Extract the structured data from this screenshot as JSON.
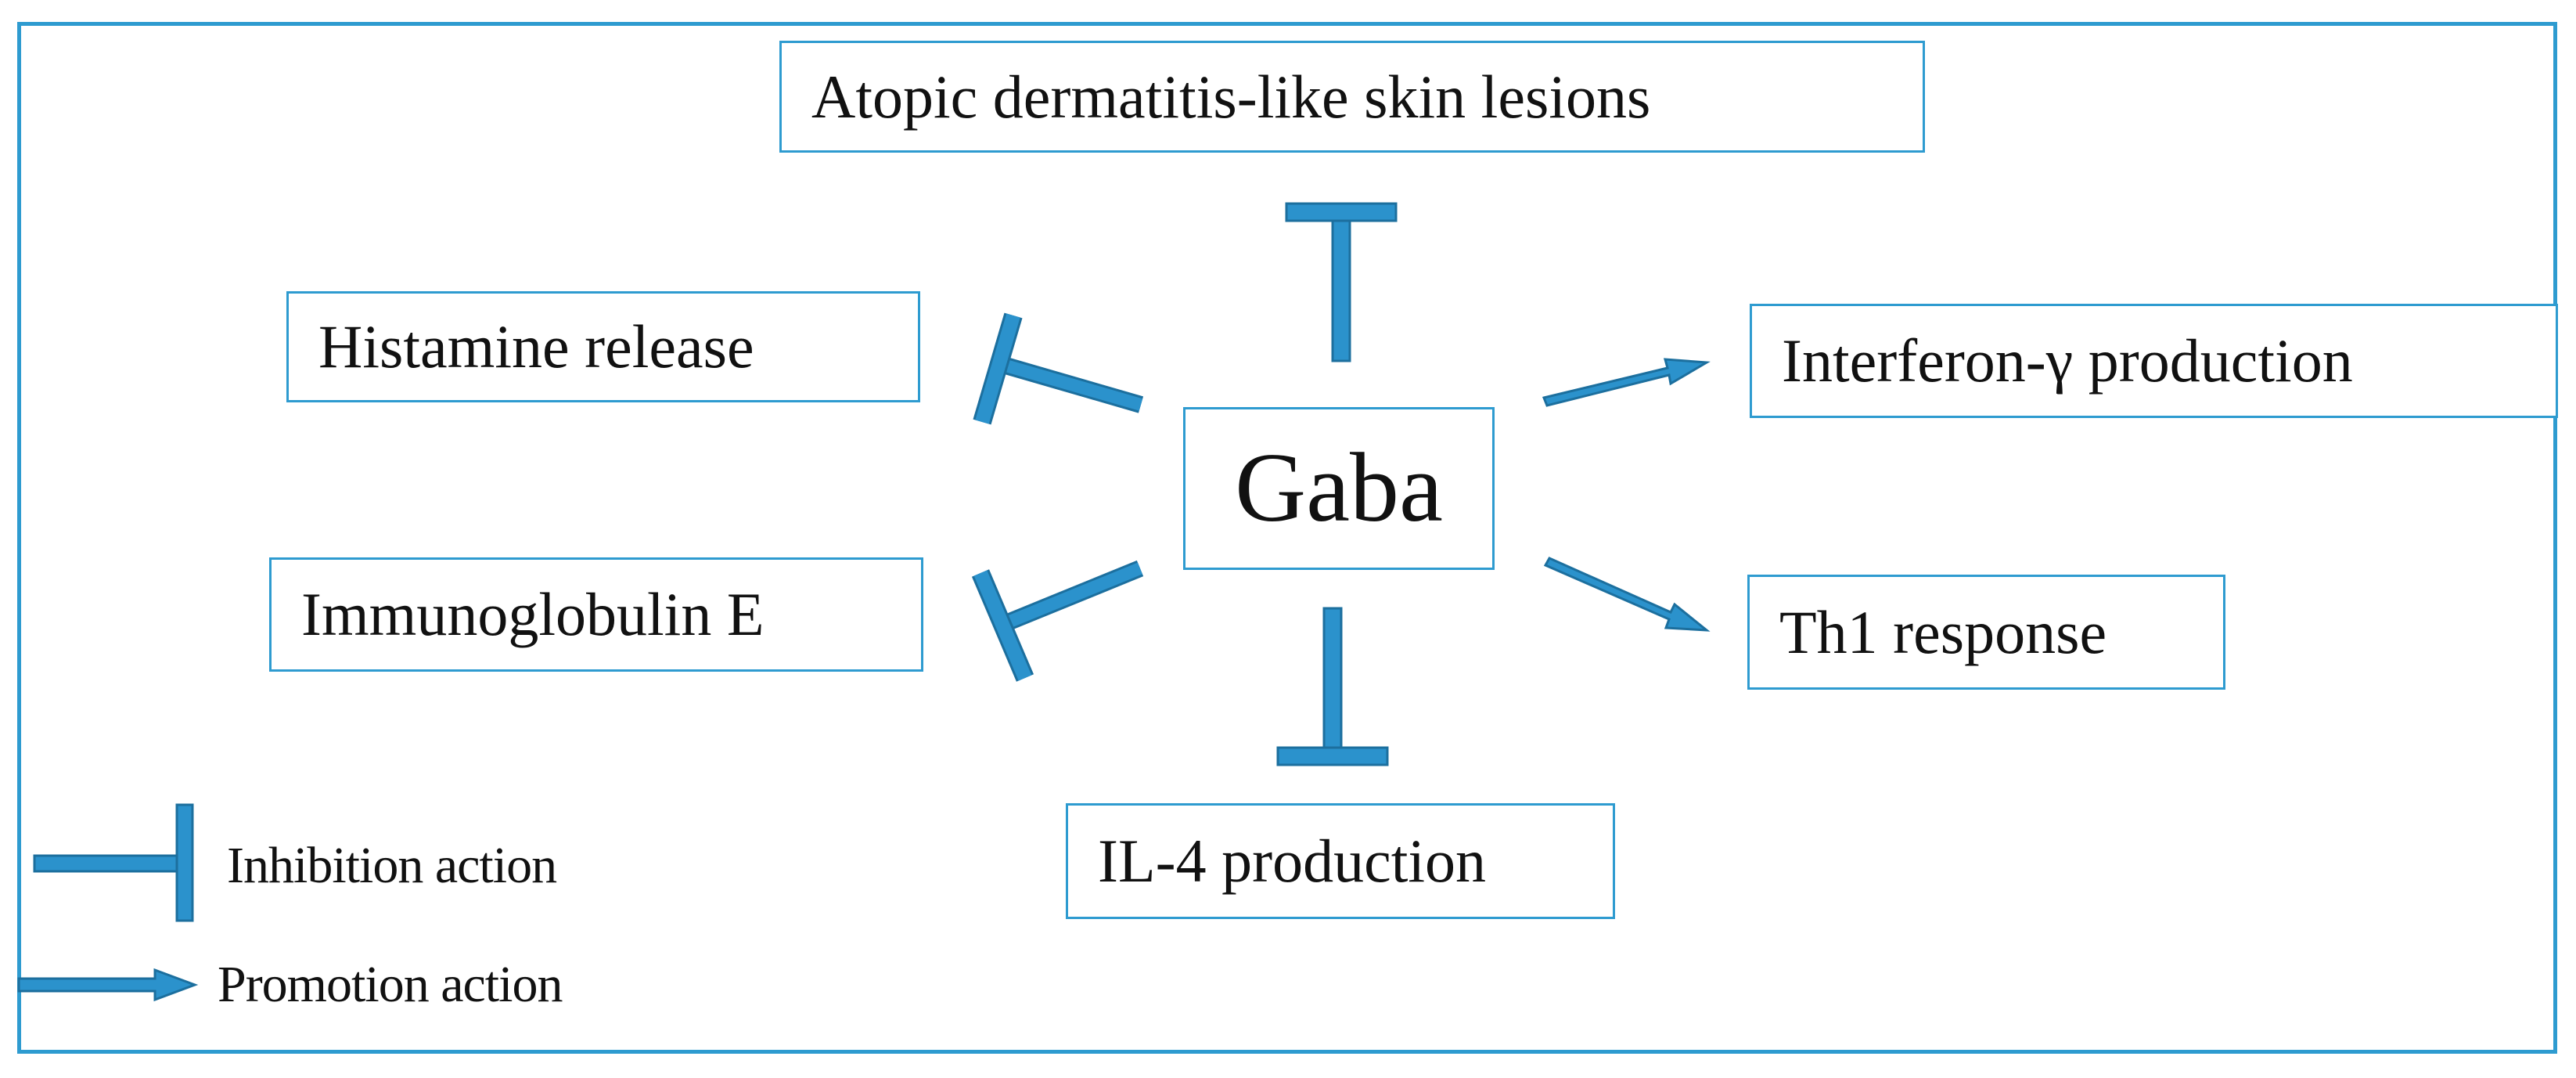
{
  "center": {
    "label": "Gaba"
  },
  "targets": {
    "top": "Atopic dermatitis-like skin lesions",
    "upper_left": "Histamine release",
    "lower_left": "Immunoglobulin  E",
    "bottom": "IL-4 production",
    "upper_right": "Interferon-γ production",
    "lower_right": "Th1 response"
  },
  "legend": {
    "inhibition": "Inhibition action",
    "promotion": "Promotion action"
  },
  "colors": {
    "frame": "#2e9bd0",
    "arrow": "#2b92cc",
    "arrow_edge": "#1c6f9e"
  }
}
